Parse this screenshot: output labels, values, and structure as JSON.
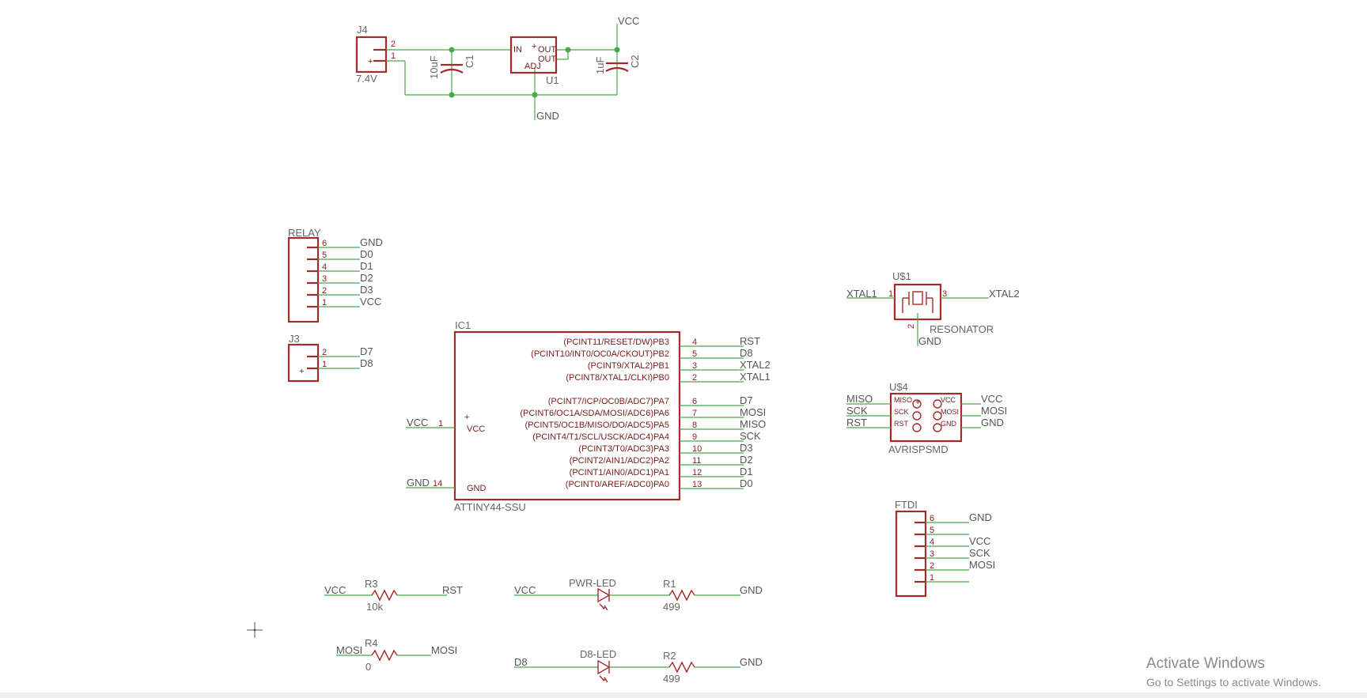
{
  "labels": {
    "vcc": "VCC",
    "gnd": "GND",
    "j4": "J4",
    "j4_value": "7.4V",
    "c1": "C1",
    "c1_value": "10uF",
    "c2": "C2",
    "c2_value": "1uF",
    "u1": "U1",
    "u1_in": "IN",
    "u1_out1": "OUT",
    "u1_out2": "OUT",
    "u1_adj": "ADJ",
    "relay": "RELAY",
    "j3": "J3",
    "ic1": "IC1",
    "ic1_value": "ATTINY44-SSU",
    "ic1_vcc": "VCC",
    "ic1_gnd": "GND",
    "u_s1": "U$1",
    "u_s1_value": "RESONATOR",
    "xtal1": "XTAL1",
    "xtal2": "XTAL2",
    "u_s4": "U$4",
    "u_s4_value": "AVRISPSMD",
    "ftdi": "FTDI",
    "r1": "R1",
    "r1_value": "499",
    "r2": "R2",
    "r2_value": "499",
    "r3": "R3",
    "r3_value": "10k",
    "r4": "R4",
    "r4_value": "0",
    "pwr_led": "PWR-LED",
    "d8_led": "D8-LED",
    "rst": "RST",
    "mosi": "MOSI",
    "miso": "MISO",
    "sck": "SCK",
    "d8": "D8",
    "pin_1": "1",
    "pin_2": "2",
    "pin_3": "3",
    "pin_14": "14"
  },
  "relay_pins": [
    {
      "num": "6",
      "net": "GND"
    },
    {
      "num": "5",
      "net": "D0"
    },
    {
      "num": "4",
      "net": "D1"
    },
    {
      "num": "3",
      "net": "D2"
    },
    {
      "num": "2",
      "net": "D3"
    },
    {
      "num": "1",
      "net": "VCC"
    }
  ],
  "j3_pins": [
    {
      "num": "2",
      "net": "D7"
    },
    {
      "num": "1",
      "net": "D8"
    }
  ],
  "ic1_pins": [
    {
      "name": "(PCINT11/RESET/DW)PB3",
      "num": "4",
      "net": "RST"
    },
    {
      "name": "(PCINT10/INT0/OC0A/CKOUT)PB2",
      "num": "5",
      "net": "D8"
    },
    {
      "name": "(PCINT9/XTAL2)PB1",
      "num": "3",
      "net": "XTAL2"
    },
    {
      "name": "(PCINT8/XTAL1/CLKI)PB0",
      "num": "2",
      "net": "XTAL1"
    },
    {
      "name": "(PCINT7/ICP/OC0B/ADC7)PA7",
      "num": "6",
      "net": "D7"
    },
    {
      "name": "(PCINT6/OC1A/SDA/MOSI/ADC6)PA6",
      "num": "7",
      "net": "MOSI"
    },
    {
      "name": "(PCINT5/OC1B/MISO/DO/ADC5)PA5",
      "num": "8",
      "net": "MISO"
    },
    {
      "name": "(PCINT4/T1/SCL/USCK/ADC4)PA4",
      "num": "9",
      "net": "SCK"
    },
    {
      "name": "(PCINT3/T0/ADC3)PA3",
      "num": "10",
      "net": "D3"
    },
    {
      "name": "(PCINT2/AIN1/ADC2)PA2",
      "num": "11",
      "net": "D2"
    },
    {
      "name": "(PCINT1/AIN0/ADC1)PA1",
      "num": "12",
      "net": "D1"
    },
    {
      "name": "(PCINT0/AREF/ADC0)PA0",
      "num": "13",
      "net": "D0"
    }
  ],
  "isp_pins": [
    {
      "left_net": "MISO",
      "left_pin": "MISO",
      "right_pin": "VCC",
      "right_net": "VCC"
    },
    {
      "left_net": "SCK",
      "left_pin": "SCK",
      "right_pin": "MOSI",
      "right_net": "MOSI"
    },
    {
      "left_net": "RST",
      "left_pin": "RST",
      "right_pin": "GND",
      "right_net": "GND"
    }
  ],
  "ftdi_pins": [
    {
      "num": "6",
      "net": "GND"
    },
    {
      "num": "5",
      "net": ""
    },
    {
      "num": "4",
      "net": "VCC"
    },
    {
      "num": "3",
      "net": "SCK"
    },
    {
      "num": "2",
      "net": "MOSI"
    },
    {
      "num": "1",
      "net": ""
    }
  ],
  "watermark": {
    "title": "Activate Windows",
    "subtitle": "Go to Settings to activate Windows."
  },
  "colors": {
    "component": "#a52a2a",
    "wire": "#4aa84a",
    "text": "#555555"
  }
}
